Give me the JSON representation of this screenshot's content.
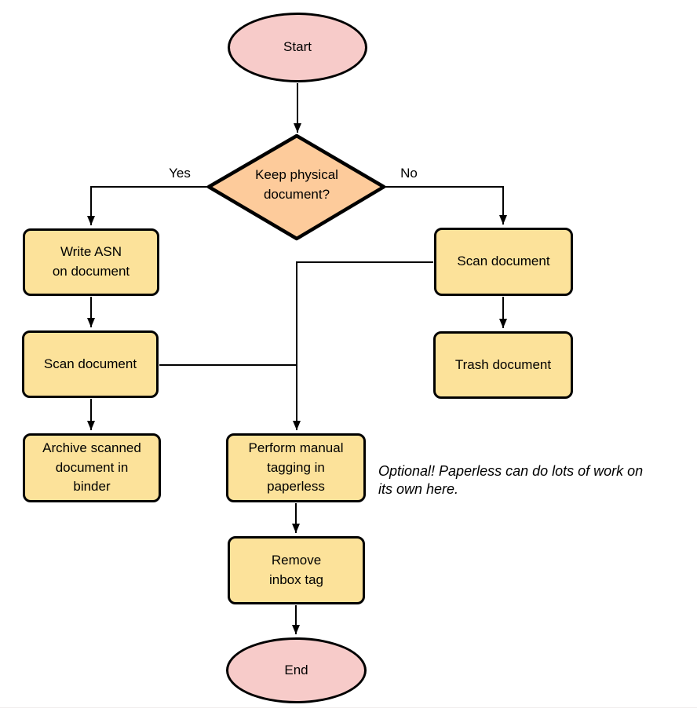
{
  "diagram": {
    "type": "flowchart",
    "nodes": {
      "start": {
        "shape": "ellipse",
        "label": "Start"
      },
      "decision": {
        "shape": "diamond",
        "label": "Keep physical\ndocument?"
      },
      "write_asn": {
        "shape": "process",
        "label": "Write ASN\non document"
      },
      "scan_left": {
        "shape": "process",
        "label": "Scan document"
      },
      "archive": {
        "shape": "process",
        "label": "Archive scanned\ndocument in\nbinder"
      },
      "scan_right": {
        "shape": "process",
        "label": "Scan document"
      },
      "trash": {
        "shape": "process",
        "label": "Trash document"
      },
      "tagging": {
        "shape": "process",
        "label": "Perform manual\ntagging in\npaperless"
      },
      "remove_inbox": {
        "shape": "process",
        "label": "Remove\ninbox tag"
      },
      "end": {
        "shape": "ellipse",
        "label": "End"
      }
    },
    "edge_labels": {
      "yes": "Yes",
      "no": "No"
    },
    "annotation": "Optional! Paperless can do lots of work on\nits own here.",
    "colors": {
      "terminal_fill": "#f7cbc9",
      "decision_fill": "#fdcb9b",
      "process_fill": "#fce29a",
      "stroke": "#000000",
      "background": "#ffffff"
    }
  }
}
